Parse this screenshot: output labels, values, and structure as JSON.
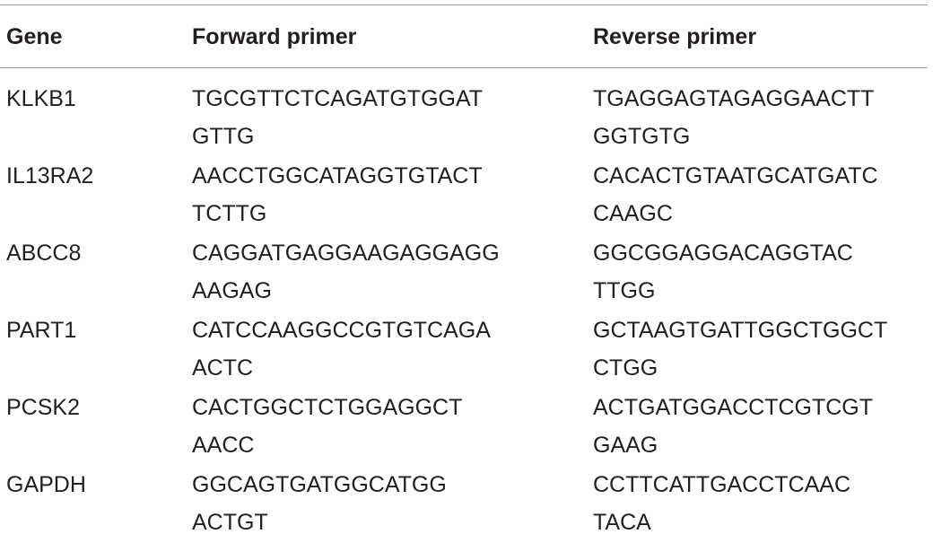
{
  "table": {
    "headers": {
      "gene": "Gene",
      "forward": "Forward primer",
      "reverse": "Reverse primer"
    },
    "rows": [
      {
        "gene": "KLKB1",
        "forward": [
          "TGCGTTCTCAGATGTGGAT",
          "GTTG"
        ],
        "reverse": [
          "TGAGGAGTAGAGGAACTT",
          "GGTGTG"
        ]
      },
      {
        "gene": "IL13RA2",
        "forward": [
          "AACCTGGCATAGGTGTACT",
          "TCTTG"
        ],
        "reverse": [
          "CACACTGTAATGCATGATC",
          "CAAGC"
        ]
      },
      {
        "gene": "ABCC8",
        "forward": [
          "CAGGATGAGGAAGAGGAGG",
          "AAGAG"
        ],
        "reverse": [
          "GGCGGAGGACAGGTAC",
          "TTGG"
        ]
      },
      {
        "gene": "PART1",
        "forward": [
          "CATCCAAGGCCGTGTCAGA",
          "ACTC"
        ],
        "reverse": [
          "GCTAAGTGATTGGCTGGCT",
          "CTGG"
        ]
      },
      {
        "gene": "PCSK2",
        "forward": [
          "CACTGGCTCTGGAGGCT",
          "AACC"
        ],
        "reverse": [
          "ACTGATGGACCTCGTCGT",
          "GAAG"
        ]
      },
      {
        "gene": "GAPDH",
        "forward": [
          "GGCAGTGATGGCATGG",
          "ACTGT"
        ],
        "reverse": [
          "CCTTCATTGACCTCAAC",
          "TACA"
        ]
      }
    ]
  }
}
